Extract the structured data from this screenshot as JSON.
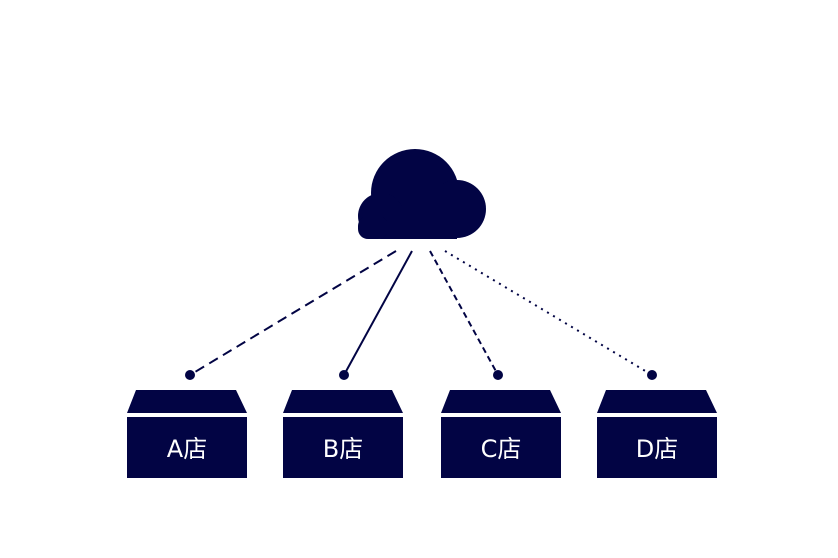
{
  "diagram": {
    "colors": {
      "primary": "#020444",
      "background": "#ffffff"
    },
    "hub": {
      "icon": "cloud-icon"
    },
    "stores": [
      {
        "label": "A店",
        "line_style": "dashed"
      },
      {
        "label": "B店",
        "line_style": "solid"
      },
      {
        "label": "C店",
        "line_style": "short-dashed"
      },
      {
        "label": "D店",
        "line_style": "dotted"
      }
    ]
  }
}
